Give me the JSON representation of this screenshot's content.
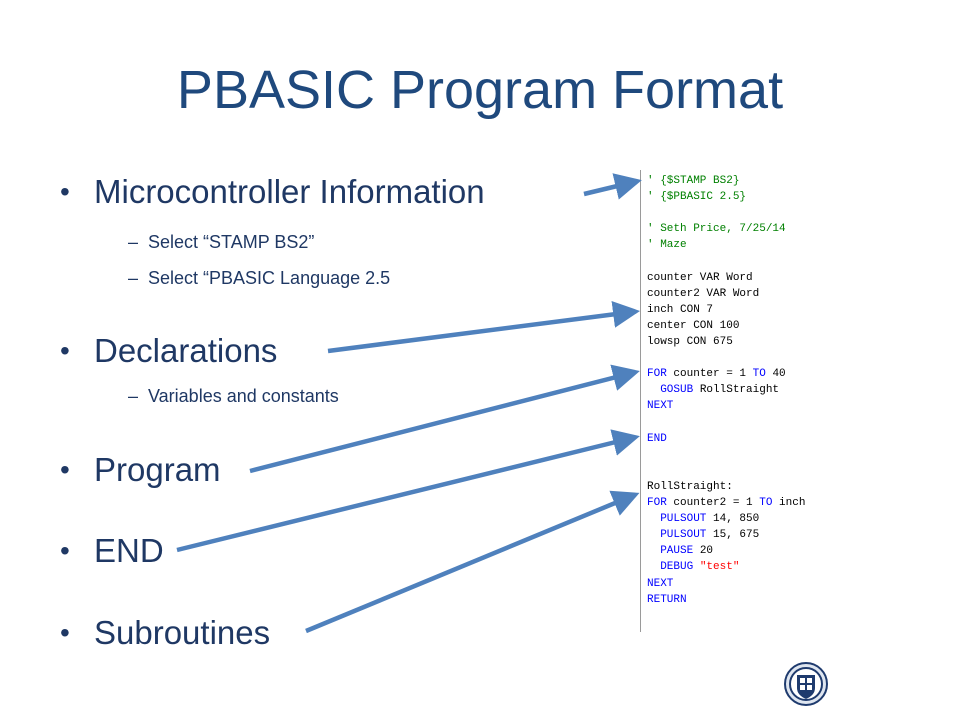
{
  "slide": {
    "title": "PBASIC Program Format",
    "bullets": [
      {
        "text": "Microcontroller Information"
      },
      {
        "text": "Declarations"
      },
      {
        "text": "Program"
      },
      {
        "text": "END"
      },
      {
        "text": "Subroutines"
      }
    ],
    "sub_bullets": [
      {
        "dash": "–",
        "text": "Select “STAMP BS2”"
      },
      {
        "dash": "–",
        "text": "Select “PBASIC Language 2.5"
      },
      {
        "dash": "–",
        "text": "Variables and constants"
      }
    ],
    "bullet_glyph": "•",
    "code_lines": [
      {
        "parts": [
          {
            "t": "' {$STAMP BS2}",
            "c": "comment"
          }
        ]
      },
      {
        "parts": [
          {
            "t": "' {$PBASIC 2.5}",
            "c": "comment"
          }
        ]
      },
      {
        "parts": [
          {
            "t": "",
            "c": "plain"
          }
        ]
      },
      {
        "parts": [
          {
            "t": "' Seth Price, 7/25/14",
            "c": "comment"
          }
        ]
      },
      {
        "parts": [
          {
            "t": "' Maze",
            "c": "comment"
          }
        ]
      },
      {
        "parts": [
          {
            "t": "",
            "c": "plain"
          }
        ]
      },
      {
        "parts": [
          {
            "t": "counter VAR Word",
            "c": "plain"
          }
        ]
      },
      {
        "parts": [
          {
            "t": "counter2 VAR Word",
            "c": "plain"
          }
        ]
      },
      {
        "parts": [
          {
            "t": "inch CON 7",
            "c": "plain"
          }
        ]
      },
      {
        "parts": [
          {
            "t": "center CON 100",
            "c": "plain"
          }
        ]
      },
      {
        "parts": [
          {
            "t": "lowsp CON 675",
            "c": "plain"
          }
        ]
      },
      {
        "parts": [
          {
            "t": "",
            "c": "plain"
          }
        ]
      },
      {
        "parts": [
          {
            "t": "FOR",
            "c": "kw"
          },
          {
            "t": " counter = 1 ",
            "c": "plain"
          },
          {
            "t": "TO",
            "c": "kw"
          },
          {
            "t": " 40",
            "c": "plain"
          }
        ]
      },
      {
        "parts": [
          {
            "t": "  GOSUB",
            "c": "kw"
          },
          {
            "t": " RollStraight",
            "c": "plain"
          }
        ]
      },
      {
        "parts": [
          {
            "t": "NEXT",
            "c": "kw"
          }
        ]
      },
      {
        "parts": [
          {
            "t": "",
            "c": "plain"
          }
        ]
      },
      {
        "parts": [
          {
            "t": "END",
            "c": "kw"
          }
        ]
      },
      {
        "parts": [
          {
            "t": "",
            "c": "plain"
          }
        ]
      },
      {
        "parts": [
          {
            "t": "",
            "c": "plain"
          }
        ]
      },
      {
        "parts": [
          {
            "t": "RollStraight:",
            "c": "plain"
          }
        ]
      },
      {
        "parts": [
          {
            "t": "FOR",
            "c": "kw"
          },
          {
            "t": " counter2 = 1 ",
            "c": "plain"
          },
          {
            "t": "TO",
            "c": "kw"
          },
          {
            "t": " inch",
            "c": "plain"
          }
        ]
      },
      {
        "parts": [
          {
            "t": "  PULSOUT",
            "c": "kw"
          },
          {
            "t": " 14, 850",
            "c": "plain"
          }
        ]
      },
      {
        "parts": [
          {
            "t": "  PULSOUT",
            "c": "kw"
          },
          {
            "t": " 15, 675",
            "c": "plain"
          }
        ]
      },
      {
        "parts": [
          {
            "t": "  PAUSE",
            "c": "kw"
          },
          {
            "t": " 20",
            "c": "plain"
          }
        ]
      },
      {
        "parts": [
          {
            "t": "  DEBUG",
            "c": "kw"
          },
          {
            "t": " ",
            "c": "plain"
          },
          {
            "t": "\"test\"",
            "c": "str"
          }
        ]
      },
      {
        "parts": [
          {
            "t": "NEXT",
            "c": "kw"
          }
        ]
      },
      {
        "parts": [
          {
            "t": "RETURN",
            "c": "kw"
          }
        ]
      }
    ],
    "colors": {
      "title": "#1f497d",
      "body_text": "#1f3864",
      "arrow": "#4f81bd",
      "code_comment": "#008000",
      "code_keyword": "#0000ff",
      "code_string": "#ff0000"
    },
    "logo_icon": "university-seal-icon"
  }
}
